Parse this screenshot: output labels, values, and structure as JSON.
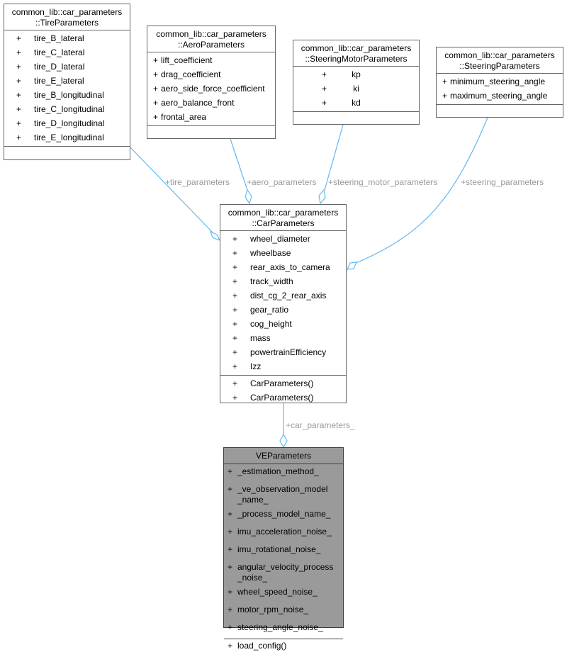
{
  "colors": {
    "edge": "#63b8ee",
    "edge_label": "#9a9a9a",
    "border": "#666666",
    "selected_fill": "#9a9a9a"
  },
  "visibility_marker": "+",
  "classes": {
    "tire": {
      "title": [
        "common_lib::car_parameters",
        "::TireParameters"
      ],
      "attributes": [
        "tire_B_lateral",
        "tire_C_lateral",
        "tire_D_lateral",
        "tire_E_lateral",
        "tire_B_longitudinal",
        "tire_C_longitudinal",
        "tire_D_longitudinal",
        "tire_E_longitudinal"
      ],
      "methods": []
    },
    "aero": {
      "title": [
        "common_lib::car_parameters",
        "::AeroParameters"
      ],
      "attributes": [
        "lift_coefficient",
        "drag_coefficient",
        "aero_side_force_coefficient",
        "aero_balance_front",
        "frontal_area"
      ],
      "methods": []
    },
    "steering_motor": {
      "title": [
        "common_lib::car_parameters",
        "::SteeringMotorParameters"
      ],
      "attributes": [
        "kp",
        "ki",
        "kd"
      ],
      "methods": []
    },
    "steering": {
      "title": [
        "common_lib::car_parameters",
        "::SteeringParameters"
      ],
      "attributes": [
        "minimum_steering_angle",
        "maximum_steering_angle"
      ],
      "methods": []
    },
    "car": {
      "title": [
        "common_lib::car_parameters",
        "::CarParameters"
      ],
      "attributes": [
        "wheel_diameter",
        "wheelbase",
        "rear_axis_to_camera",
        "track_width",
        "dist_cg_2_rear_axis",
        "gear_ratio",
        "cog_height",
        "mass",
        "powertrainEfficiency",
        "Izz"
      ],
      "methods": [
        "CarParameters()",
        "CarParameters()"
      ]
    },
    "ve": {
      "title": [
        "VEParameters"
      ],
      "attributes": [
        "_estimation_method_",
        "_ve_observation_model _name_",
        "_process_model_name_",
        "imu_acceleration_noise_",
        "imu_rotational_noise_",
        "angular_velocity_process _noise_",
        "wheel_speed_noise_",
        "motor_rpm_noise_",
        "steering_angle_noise_"
      ],
      "methods": [
        "load_config()"
      ]
    }
  },
  "edges": {
    "tire_parameters": "+tire_parameters",
    "aero_parameters": "+aero_parameters",
    "steering_motor_parameters": "+steering_motor_parameters",
    "steering_parameters": "+steering_parameters",
    "car_parameters": "+car_parameters_"
  }
}
